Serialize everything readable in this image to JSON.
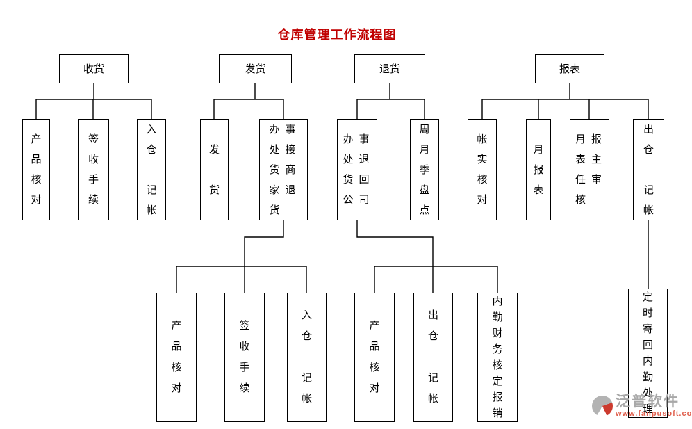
{
  "title": "仓库管理工作流程图",
  "colors": {
    "title": "#c00000",
    "line": "#000000",
    "box_border": "#000000",
    "background": "#ffffff",
    "watermark_brand": "#a8a8a8",
    "watermark_url": "#e0604e"
  },
  "nodes": {
    "receiving": "收货",
    "shipping": "发货",
    "returns": "退货",
    "reports": "报表",
    "recv_product_check": "产\n品\n核\n对",
    "recv_sign_procedure": "签\n收\n手\n续",
    "recv_warehouse_entry": "入\n仓\n\n记\n帐",
    "ship_dispatch": "发\n\n货",
    "ship_office_merchant_returns": "办事\n处接\n货商\n家退\n货",
    "ret_office_return_company": "办事\n处退\n货回\n公司",
    "ret_periodic_stocktake": "周\n月\n季\n盘\n点",
    "rep_ledger_verify": "帐\n实\n核\n对",
    "rep_monthly_report": "月\n报\n表",
    "rep_monthly_director_review": "月报\n表主\n任审\n核",
    "rep_outbound_entry": "出\n仓\n\n记\n帐",
    "ship_product_check": "产\n品\n核\n对",
    "ship_sign_procedure": "签\n收\n手\n续",
    "ship_warehouse_entry": "入\n仓\n\n记\n帐",
    "ret_product_check": "产\n品\n核\n对",
    "ret_outbound_entry": "出\n仓\n\n记\n帐",
    "ret_finance_reimburse": "内\n勤\n财\n务\n核\n定\n报\n销",
    "rep_timed_mailback": "定\n时\n寄\n回\n内\n勤\n处\n理"
  },
  "watermark": {
    "brand": "泛普软件",
    "url": "www.fanpusoft.com"
  }
}
